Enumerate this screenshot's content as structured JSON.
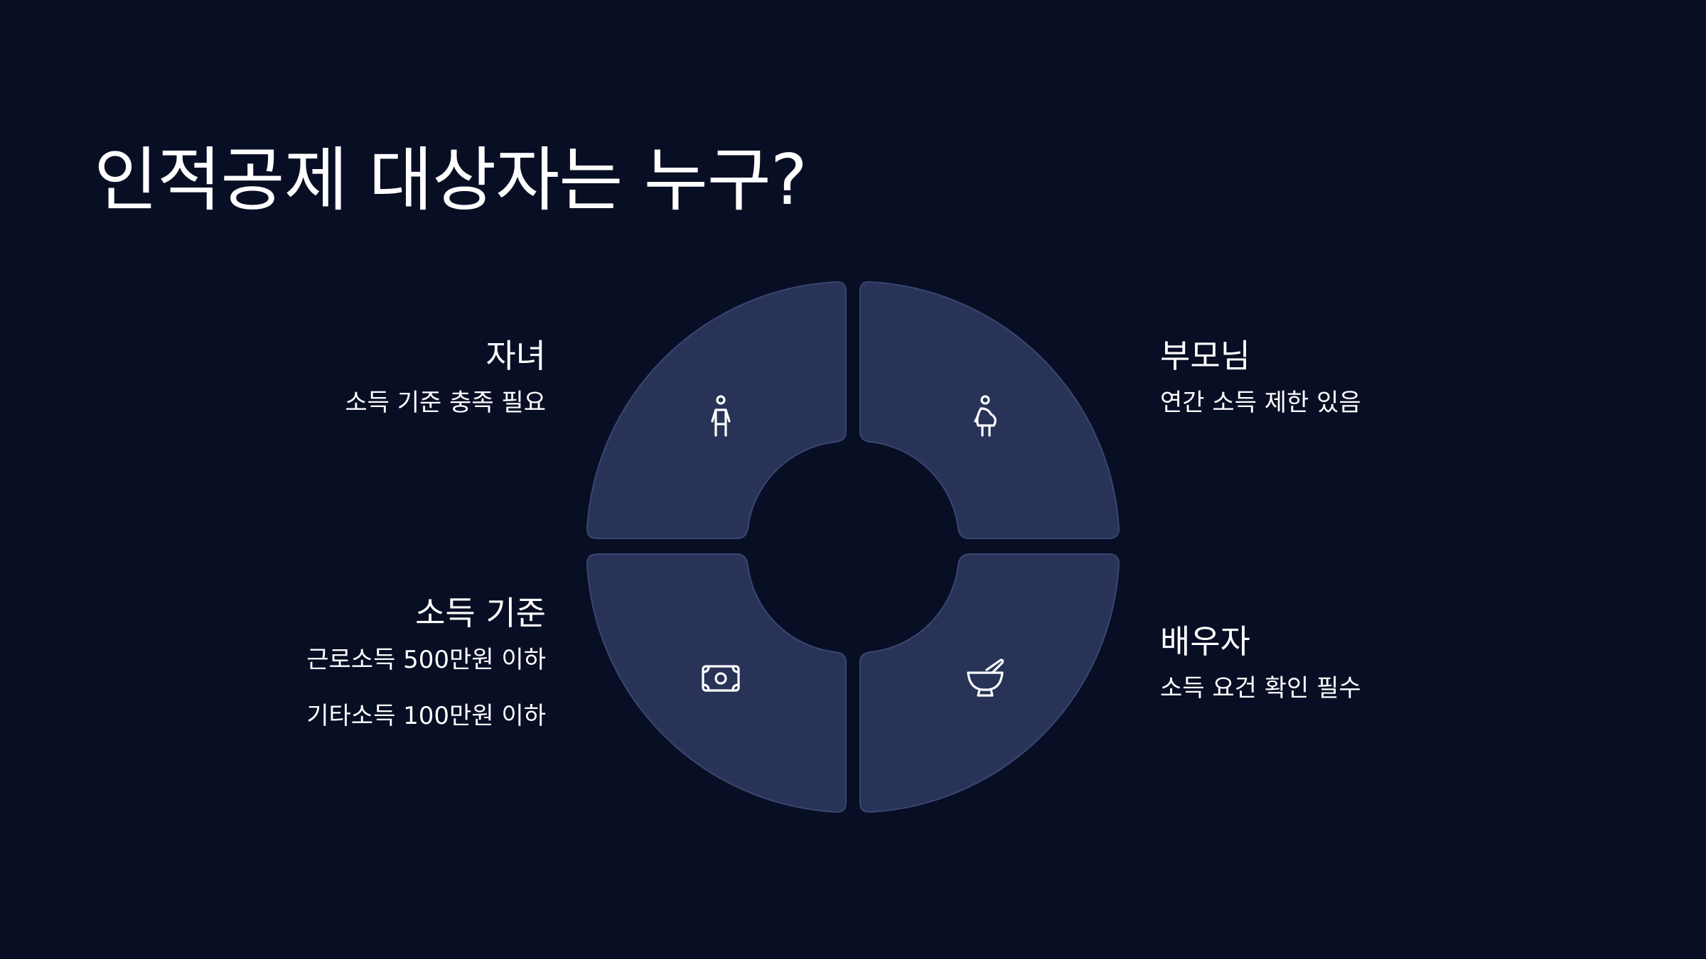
{
  "title": "인적공제 대상자는 누구?",
  "colors": {
    "background": "#080e24",
    "segment": "#283357",
    "segment_border": "#3a4672",
    "text": "#ffffff"
  },
  "segments": [
    {
      "key": "children",
      "icon": "child-icon",
      "heading": "자녀",
      "lines": [
        "소득 기준 충족 필요"
      ]
    },
    {
      "key": "parents",
      "icon": "elderly-person-icon",
      "heading": "부모님",
      "lines": [
        "연간 소득 제한 있음"
      ]
    },
    {
      "key": "income",
      "icon": "banknote-icon",
      "heading": "소득 기준",
      "lines": [
        "근로소득 500만원 이하",
        "기타소득 100만원 이하"
      ]
    },
    {
      "key": "spouse",
      "icon": "bowl-icon",
      "heading": "배우자",
      "lines": [
        "소득 요건 확인 필수"
      ]
    }
  ]
}
